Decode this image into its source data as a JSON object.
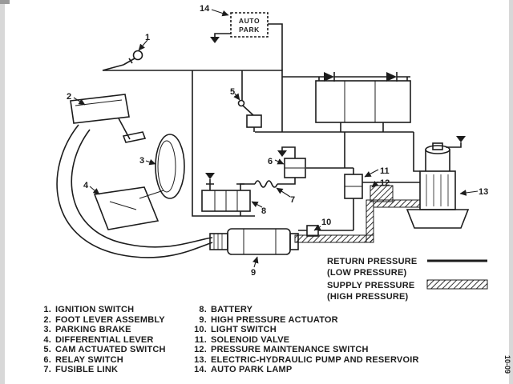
{
  "diagram": {
    "auto_park_line1": "AUTO",
    "auto_park_line2": "PARK",
    "callouts": {
      "c1": "1",
      "c2": "2",
      "c3": "3",
      "c4": "4",
      "c5": "5",
      "c6": "6",
      "c7": "7",
      "c8": "8",
      "c9": "9",
      "c10": "10",
      "c11": "11",
      "c12": "12",
      "c13": "13",
      "c14": "14"
    }
  },
  "legend": {
    "return_line1": "RETURN PRESSURE",
    "return_line2": "(LOW PRESSURE)",
    "supply_line1": "SUPPLY PRESSURE",
    "supply_line2": "(HIGH PRESSURE)"
  },
  "parts_list": [
    {
      "num": "1.",
      "label": "IGNITION SWITCH"
    },
    {
      "num": "2.",
      "label": "FOOT LEVER ASSEMBLY"
    },
    {
      "num": "3.",
      "label": "PARKING BRAKE"
    },
    {
      "num": "4.",
      "label": "DIFFERENTIAL LEVER"
    },
    {
      "num": "5.",
      "label": "CAM ACTUATED SWITCH"
    },
    {
      "num": "6.",
      "label": "RELAY SWITCH"
    },
    {
      "num": "7.",
      "label": "FUSIBLE LINK"
    },
    {
      "num": "8.",
      "label": "BATTERY"
    },
    {
      "num": "9.",
      "label": "HIGH PRESSURE ACTUATOR"
    },
    {
      "num": "10.",
      "label": "LIGHT SWITCH"
    },
    {
      "num": "11.",
      "label": "SOLENOID VALVE"
    },
    {
      "num": "12.",
      "label": "PRESSURE MAINTENANCE SWITCH"
    },
    {
      "num": "13.",
      "label": "ELECTRIC-HYDRAULIC PUMP AND RESERVOIR"
    },
    {
      "num": "14.",
      "label": "AUTO PARK LAMP"
    }
  ],
  "page_code": "10-09",
  "colors": {
    "ink": "#1c1c1c",
    "background": "#ffffff"
  }
}
